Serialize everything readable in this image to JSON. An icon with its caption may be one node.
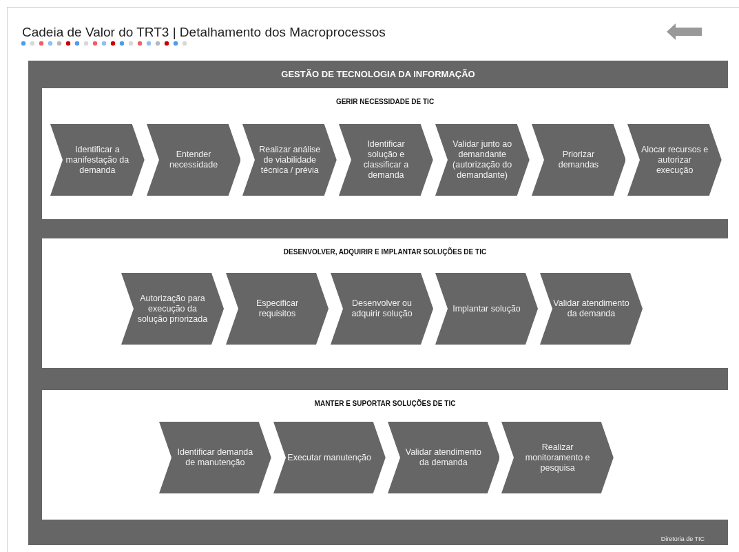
{
  "diagram": {
    "title": "Cadeia de Valor do TRT3 | Detalhamento dos Macroprocessos",
    "nodes": [
      {
        "text": [
          "GESTÃO DE TECNOLOGIA DA INFORMAÇÃO",
          "Diretoria de TIC"
        ]
      },
      {
        "text": [
          "GERIR NECESSIDADE DE TIC"
        ],
        "in": 0
      },
      {
        "text": [
          "Identificar a manifestação da demanda"
        ],
        "in": 1
      },
      {
        "text": [
          "Entender necessidade"
        ],
        "in": 1
      },
      {
        "text": [
          "Realizar análise de viabilidade técnica / prévia"
        ],
        "in": 1
      },
      {
        "text": [
          "Identificar solução e classificar a demanda"
        ],
        "in": 1
      },
      {
        "text": [
          "Validar junto ao demandante (autorização do demandante)"
        ],
        "in": 1
      },
      {
        "text": [
          "Priorizar demandas"
        ],
        "in": 1
      },
      {
        "text": [
          "Alocar recursos e autorizar execução"
        ],
        "in": 1
      },
      {
        "text": [
          "DESENVOLVER, ADQUIRIR E IMPLANTAR SOLUÇÕES DE TIC"
        ],
        "in": 0
      },
      {
        "text": [
          "Autorização para execução da solução priorizada"
        ],
        "in": 9
      },
      {
        "text": [
          "Especificar requisitos"
        ],
        "in": 9
      },
      {
        "text": [
          "Desenvolver ou adquirir solução"
        ],
        "in": 9
      },
      {
        "text": [
          "Implantar solução"
        ],
        "in": 9
      },
      {
        "text": [
          "Validar atendimento da demanda"
        ],
        "in": 9
      },
      {
        "text": [
          "MANTER E SUPORTAR SOLUÇÕES DE TIC"
        ],
        "in": 0
      },
      {
        "text": [
          "Identificar demanda de manutenção"
        ],
        "in": 15
      },
      {
        "text": [
          "Executar manutenção"
        ],
        "in": 15
      },
      {
        "text": [
          "Validar atendimento da demanda"
        ],
        "in": 15
      },
      {
        "text": [
          "Realizar monitoramento e pesquisa"
        ],
        "in": 15
      }
    ]
  }
}
